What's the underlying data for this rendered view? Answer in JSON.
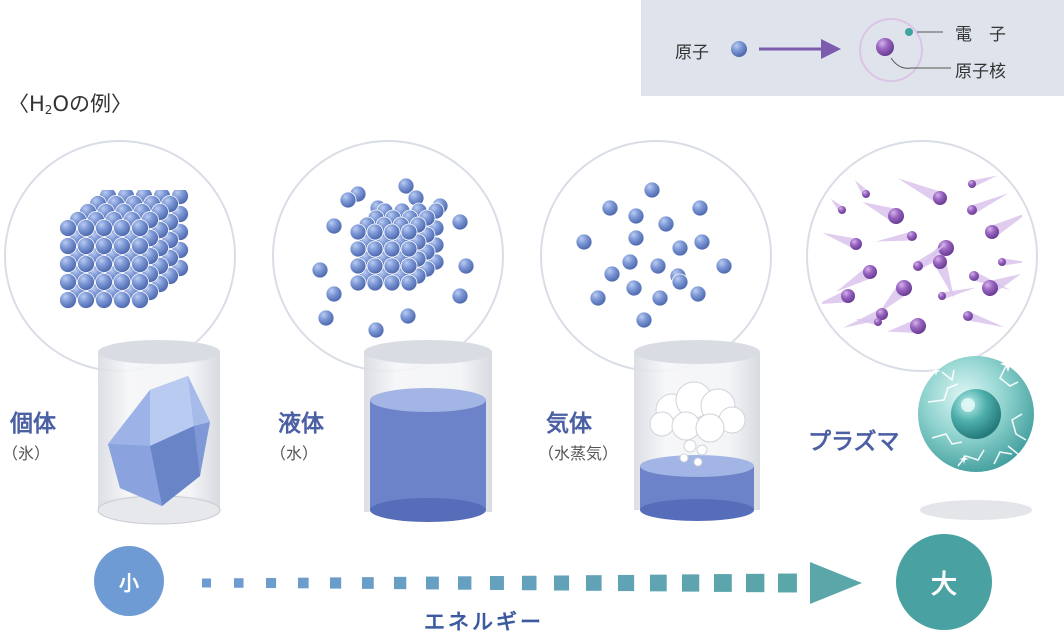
{
  "title": {
    "bracket_open": "〈",
    "formula_h": "H",
    "formula_sub": "2",
    "formula_rest": "Oの例",
    "bracket_close": "〉"
  },
  "legend": {
    "atom_label": "原子",
    "electron_label": "電　子",
    "nucleus_label": "原子核"
  },
  "states": [
    {
      "name": "個体",
      "sub": "（氷）"
    },
    {
      "name": "液体",
      "sub": "（水）"
    },
    {
      "name": "気体",
      "sub": "（水蒸気）"
    },
    {
      "name": "プラズマ",
      "sub": ""
    }
  ],
  "energy": {
    "label": "エネルギー",
    "small": "小",
    "large": "大"
  },
  "colors": {
    "atom": "#6d8cc8",
    "plasma_atom": "#8e5bb3",
    "liquid": "#6c83c9",
    "energy_small": "#6f9bd4",
    "energy_large": "#4aa1a1",
    "arrow": "#5aa6a8",
    "label": "#4b5fa3"
  }
}
